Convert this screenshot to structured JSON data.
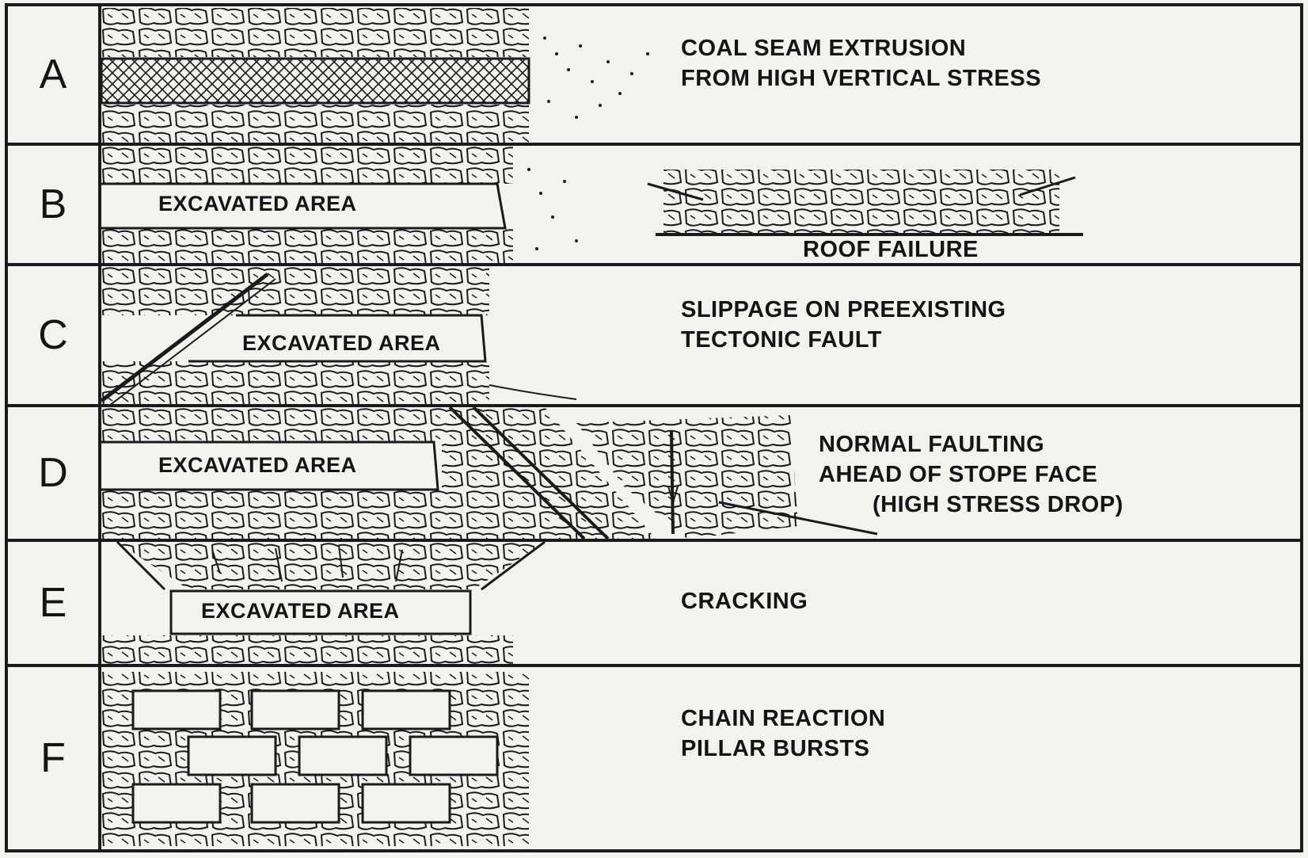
{
  "rows": [
    {
      "letter": "A",
      "caption": [
        "COAL SEAM EXTRUSION",
        "FROM HIGH VERTICAL STRESS"
      ]
    },
    {
      "letter": "B",
      "excavated": "EXCAVATED AREA",
      "caption": [
        "ROOF FAILURE"
      ]
    },
    {
      "letter": "C",
      "excavated": "EXCAVATED AREA",
      "caption": [
        "SLIPPAGE ON PREEXISTING",
        "TECTONIC FAULT"
      ]
    },
    {
      "letter": "D",
      "excavated": "EXCAVATED AREA",
      "caption": [
        "NORMAL FAULTING",
        "AHEAD OF STOPE FACE",
        "(HIGH STRESS DROP)"
      ]
    },
    {
      "letter": "E",
      "excavated": "EXCAVATED AREA",
      "caption": [
        "CRACKING"
      ]
    },
    {
      "letter": "F",
      "caption": [
        "CHAIN REACTION",
        "PILLAR BURSTS"
      ]
    }
  ]
}
